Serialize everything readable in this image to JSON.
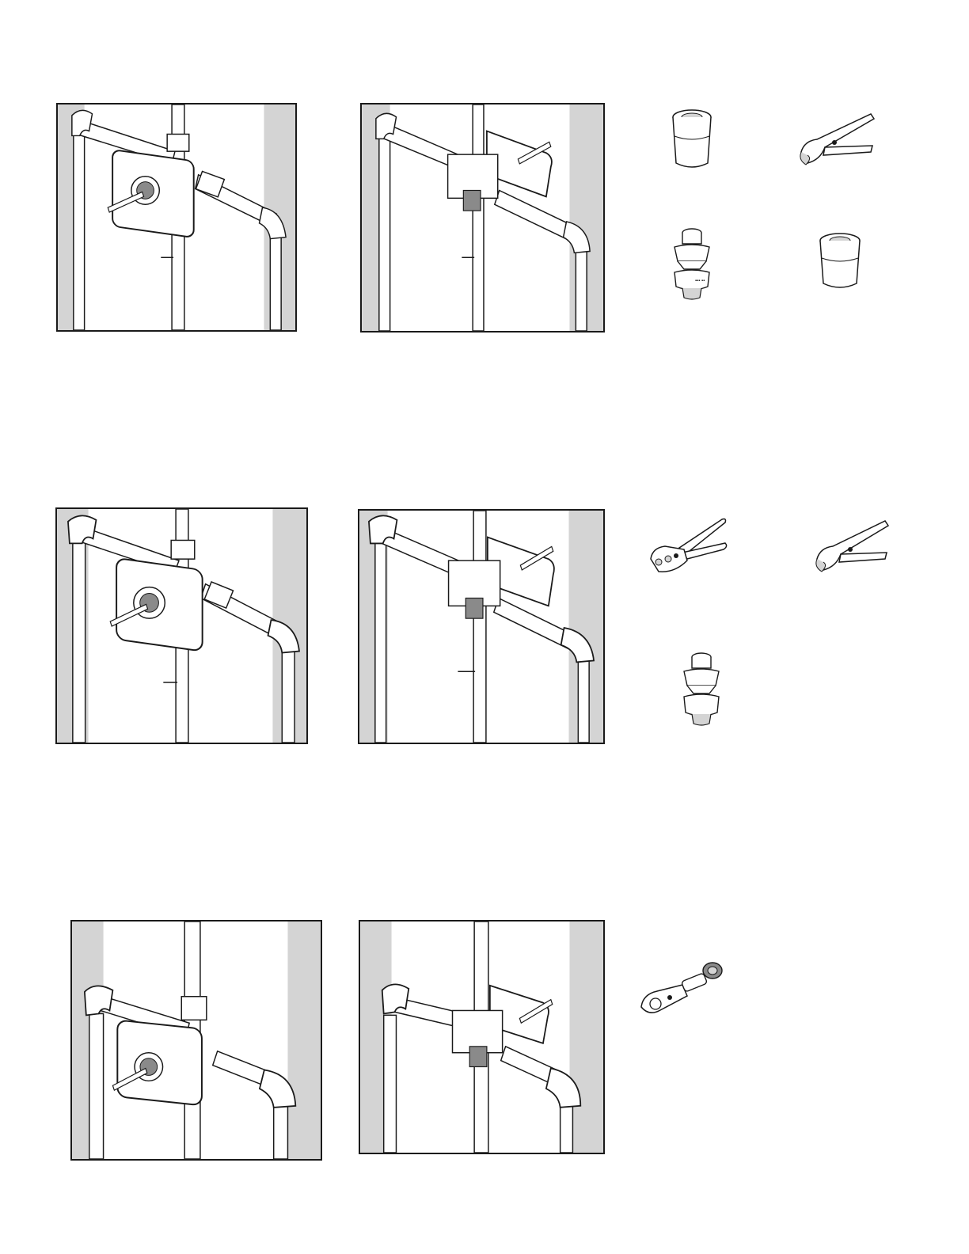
{
  "page": {
    "description_free": true
  },
  "rows": [
    {
      "panels": [
        {
          "id": "row1-front",
          "view": "front"
        },
        {
          "id": "row1-rear",
          "view": "rear"
        }
      ],
      "tools": [
        "cap-icon",
        "pipe-cutter-icon",
        "test-plug-icon",
        "cap-icon"
      ]
    },
    {
      "panels": [
        {
          "id": "row2-front",
          "view": "front"
        },
        {
          "id": "row2-rear",
          "view": "rear"
        }
      ],
      "tools": [
        "crimp-tool-icon",
        "pipe-cutter-icon",
        "test-plug-icon"
      ]
    },
    {
      "panels": [
        {
          "id": "row3-front",
          "view": "front"
        },
        {
          "id": "row3-rear",
          "view": "rear"
        }
      ],
      "tools": [
        "tubing-cutter-icon"
      ]
    }
  ],
  "colors": {
    "line": "#1a1a1a",
    "wall_shade": "#d4d4d4",
    "pipe_fill": "#ffffff",
    "part_gray": "#8a8a8a"
  }
}
